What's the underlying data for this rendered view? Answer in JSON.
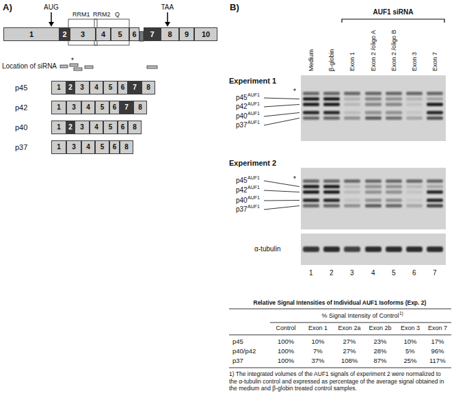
{
  "diagram": {
    "nodes": [
      {
        "text": [
          "1"
        ]
      },
      {
        "text": [
          "2"
        ]
      },
      {
        "text": [
          "3"
        ]
      },
      {
        "text": [
          "4"
        ]
      },
      {
        "text": [
          "5"
        ]
      },
      {
        "text": [
          "6"
        ]
      },
      {
        "text": [
          "7"
        ]
      },
      {
        "text": [
          "8"
        ]
      },
      {
        "text": [
          "9"
        ]
      },
      {
        "text": [
          "10"
        ]
      },
      {
        "text": [
          "1"
        ]
      },
      {
        "text": [
          "2"
        ]
      },
      {
        "text": [
          "3"
        ]
      },
      {
        "text": [
          "4"
        ]
      },
      {
        "text": [
          "5"
        ]
      },
      {
        "text": [
          "6"
        ]
      },
      {
        "text": [
          "7"
        ]
      },
      {
        "text": [
          "8"
        ]
      },
      {
        "text": [
          "1"
        ]
      },
      {
        "text": [
          "3"
        ]
      },
      {
        "text": [
          "4"
        ]
      },
      {
        "text": [
          "5"
        ]
      },
      {
        "text": [
          "6"
        ]
      },
      {
        "text": [
          "7"
        ]
      },
      {
        "text": [
          "8"
        ]
      },
      {
        "text": [
          "1"
        ]
      },
      {
        "text": [
          "2"
        ]
      },
      {
        "text": [
          "3"
        ]
      },
      {
        "text": [
          "4"
        ]
      },
      {
        "text": [
          "5"
        ]
      },
      {
        "text": [
          "6"
        ]
      },
      {
        "text": [
          "8"
        ]
      },
      {
        "text": [
          "1"
        ]
      },
      {
        "text": [
          "3"
        ]
      },
      {
        "text": [
          "4"
        ]
      },
      {
        "text": [
          "5"
        ]
      },
      {
        "text": [
          "6"
        ]
      },
      {
        "text": [
          "8"
        ]
      }
    ],
    "labels": [
      "A)",
      "AUG",
      "TAA",
      "RRM1",
      "RRM2",
      "Q",
      "Location of siRNA",
      "*",
      "p45",
      "p42",
      "p40",
      "p37",
      "B)",
      "AUF1 siRNA",
      "Medium",
      "β-globin",
      "Exon 1",
      "Exon 2 /oligo A",
      "Exon 2 /oligo B",
      "Exon 3",
      "Exon 7",
      "Experiment 1",
      "p45",
      "AUF1",
      "p42",
      "AUF1",
      "p40",
      "AUF1",
      "p37",
      "AUF1",
      "*",
      "Experiment 2",
      "p45",
      "AUF1",
      "p42",
      "AUF1",
      "p40",
      "AUF1",
      "p37",
      "AUF1",
      "*",
      "α-tubulin",
      "1",
      "2",
      "3",
      "4",
      "5",
      "6",
      "7",
      "Relative Signal Intensities of Individual AUF1 Isoforms (Exp. 2)",
      "% Signal Intensity of Control",
      "1)",
      "Control",
      "Exon 1",
      "Exon 2a",
      "Exon 2b",
      "Exon 3",
      "Exon 7",
      "p45",
      "100%",
      "10%",
      "27%",
      "23%",
      "10%",
      "17%",
      "p40/p42",
      "100%",
      "7%",
      "27%",
      "28%",
      "5%",
      "96%",
      "p37",
      "100%",
      "37%",
      "108%",
      "87%",
      "25%",
      "117%",
      "1) The integrated volumes of the AUF1 signals of experiment 2 were normalized to the α-tubulin control and expressed as percentage of the average signal obtained in the medium and β-globin treated control samples."
    ]
  }
}
